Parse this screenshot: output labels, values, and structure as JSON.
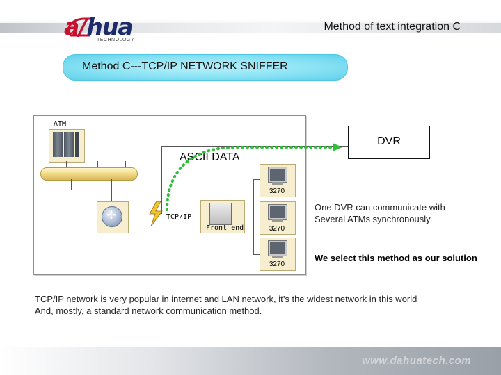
{
  "header": {
    "logo_text_a": "a",
    "logo_text_rest": "hua",
    "logo_tagline": "TECHNOLOGY",
    "slide_title": "Method of text integration C"
  },
  "subtitle": "Method C---TCP/IP NETWORK SNIFFER",
  "diagram": {
    "atm_label": "ATM",
    "ascii_label": "ASCII DATA",
    "tcpip_label": "TCP/IP",
    "frontend_label": "Front end",
    "terminals": [
      {
        "label": "3270"
      },
      {
        "label": "3270"
      },
      {
        "label": "3270"
      }
    ],
    "dvr_label": "DVR"
  },
  "notes": {
    "sync_line1": "One DVR can communicate with",
    "sync_line2": "Several ATMs synchronously.",
    "solution": "We select this method as our solution"
  },
  "description": {
    "line1": "TCP/IP network is very popular in internet and LAN network, it’s the widest network in this world",
    "line2": "And, mostly, a standard network communication method."
  },
  "footer": {
    "url": "www.dahuatech.com"
  },
  "colors": {
    "logo_red": "#c8102e",
    "logo_navy": "#1d2a6b",
    "pill": "#8be3f4",
    "arrow": "#2fbf3a",
    "device_box": "#f6eecf"
  }
}
